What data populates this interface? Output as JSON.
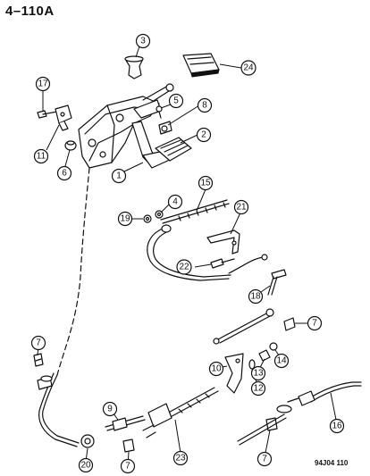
{
  "header": {
    "title": "4–110A"
  },
  "footer": {
    "figure_code": "94J04 110"
  },
  "callouts": [
    "1",
    "2",
    "3",
    "4",
    "5",
    "6",
    "7",
    "8",
    "9",
    "10",
    "11",
    "12",
    "13",
    "14",
    "15",
    "16",
    "17",
    "18",
    "19",
    "20",
    "21",
    "22",
    "23",
    "24"
  ]
}
